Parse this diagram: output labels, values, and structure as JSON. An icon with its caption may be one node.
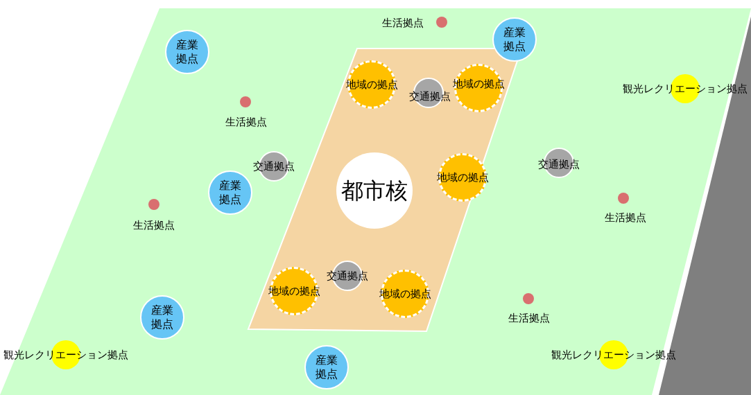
{
  "diagram": {
    "nodes": [
      {
        "text": [],
        "shape": "circle",
        "beside": [
          "生活拠点"
        ]
      },
      {
        "text": [
          "産業拠点"
        ]
      },
      {
        "text": [
          "産業拠点"
        ]
      },
      {
        "text": [
          "地域の拠点"
        ]
      },
      {
        "text": [
          "交通拠点"
        ]
      },
      {
        "text": [
          "地域の拠点"
        ]
      },
      {
        "text": [
          "観光レクリエーション拠点"
        ]
      },
      {
        "text": [],
        "shape": "circle",
        "beside": [
          "生活拠点"
        ]
      },
      {
        "text": [
          "交通拠点"
        ]
      },
      {
        "text": [
          "交通拠点"
        ]
      },
      {
        "text": [
          "産業拠点"
        ]
      },
      {
        "text": [
          "都市核"
        ]
      },
      {
        "text": [
          "地域の拠点"
        ]
      },
      {
        "text": [],
        "shape": "circle",
        "beside": [
          "生活拠点"
        ]
      },
      {
        "text": [],
        "shape": "circle",
        "beside": [
          "生活拠点"
        ]
      },
      {
        "text": [
          "交通拠点"
        ]
      },
      {
        "text": [
          "地域の拠点"
        ]
      },
      {
        "text": [
          "地域の拠点"
        ]
      },
      {
        "text": [],
        "shape": "circle",
        "beside": [
          "生活拠点"
        ]
      },
      {
        "text": [
          "産業拠点"
        ]
      },
      {
        "text": [
          "観光レクリエーション拠点"
        ]
      },
      {
        "text": [
          "観光レクリエーション拠点"
        ]
      },
      {
        "text": [
          "産業拠点"
        ]
      }
    ],
    "edges": []
  }
}
